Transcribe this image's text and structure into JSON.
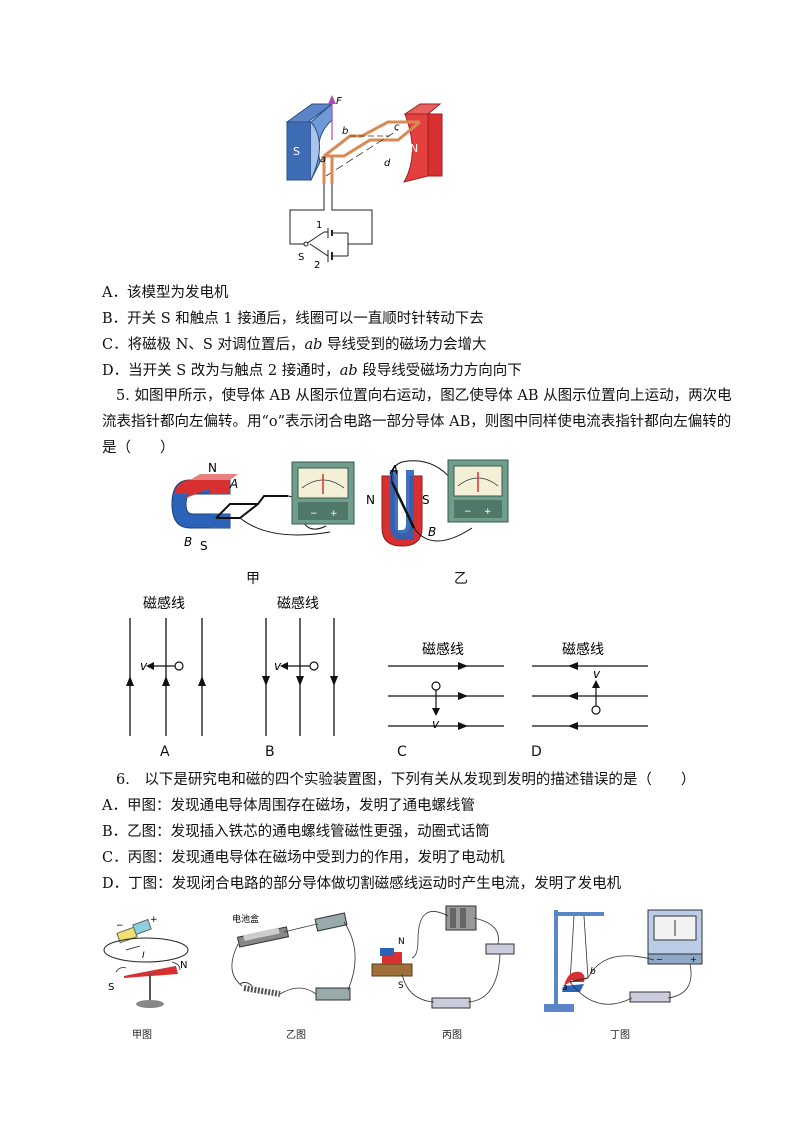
{
  "q4": {
    "diagram_labels": {
      "F": "F",
      "S": "S",
      "N": "N",
      "a": "a",
      "b": "b",
      "c": "c",
      "d": "d",
      "one": "1",
      "two": "2",
      "switch": "S"
    },
    "options": [
      {
        "letter": "A．",
        "text": "该模型为发电机"
      },
      {
        "letter": "B．",
        "text": "开关 S 和触点 1 接通后，线圈可以一直顺时针转动下去"
      },
      {
        "letter": "C．",
        "pre": "将磁极 N、S 对调位置后，",
        "italic": "ab",
        "post": " 导线受到的磁场力会增大"
      },
      {
        "letter": "D．",
        "pre": "当开关 S 改为与触点 2 接通时，",
        "italic": "ab",
        "post": " 段导线受磁场力方向向下"
      }
    ]
  },
  "q5": {
    "stem": "5. 如图甲所示，使导体 AB 从图示位置向右运动，图乙使导体 AB 从图示位置向上运动，两次电流表指针都向左偏转。用“o”表示闭合电路一部分导体 AB，则图中同样使电流表指针都向左偏转的是（　　）",
    "fig_jia": {
      "caption": "甲",
      "N": "N",
      "A": "A",
      "B": "B",
      "S": "S"
    },
    "fig_yi": {
      "caption": "乙",
      "A": "A",
      "N": "N",
      "S": "S",
      "B": "B"
    },
    "field_label": "磁感线",
    "v_label": "v",
    "choices": [
      "A",
      "B",
      "C",
      "D"
    ]
  },
  "q6": {
    "stem": "6.　以下是研究电和磁的四个实验装置图，下列有关从发现到发明的描述错误的是（　　）",
    "options": [
      {
        "letter": "A．",
        "text": "甲图：发现通电导体周围存在磁场，发明了通电螺线管"
      },
      {
        "letter": "B．",
        "text": "乙图：发现插入铁芯的通电螺线管磁性更强，动圈式话筒"
      },
      {
        "letter": "C．",
        "text": "丙图：发现通电导体在磁场中受到力的作用，发明了电动机"
      },
      {
        "letter": "D．",
        "text": "丁图：发现闭合电路的部分导体做切割磁感线运动时产生电流，发明了发电机"
      }
    ],
    "figure_captions": [
      "甲图",
      "乙图",
      "丙图",
      "丁图"
    ],
    "fig1_labels": {
      "plus": "+",
      "minus": "−",
      "I": "I",
      "S": "S",
      "N": "N"
    },
    "fig2_labels": {
      "battery_box": "电池盒"
    },
    "fig3_labels": {
      "N": "N",
      "S": "S"
    },
    "fig4_labels": {
      "a": "a",
      "b": "b",
      "minus": "−",
      "plus": "+"
    }
  }
}
